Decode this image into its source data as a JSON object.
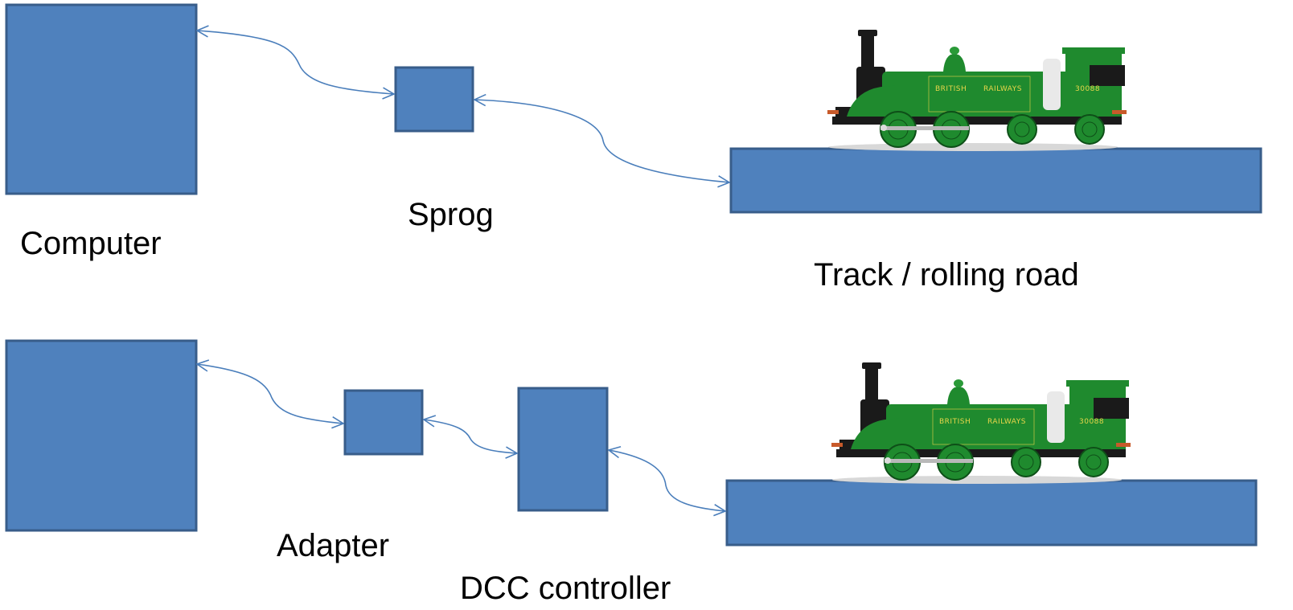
{
  "colors": {
    "box_fill": "#4f81bd",
    "box_stroke": "#385d8a",
    "connector": "#4a7ebb",
    "loco_green": "#1f8a2e",
    "loco_black": "#1a1a1a",
    "loco_lettering": "#e8d64a"
  },
  "top": {
    "computer_label": "Computer",
    "sprog_label": "Sprog",
    "track_label": "Track / rolling road"
  },
  "bottom": {
    "adapter_label": "Adapter",
    "dcc_label": "DCC controller"
  },
  "locomotive": {
    "lettering_left": "BRITISH",
    "lettering_mid": "RAILWAYS",
    "number": "30088"
  }
}
